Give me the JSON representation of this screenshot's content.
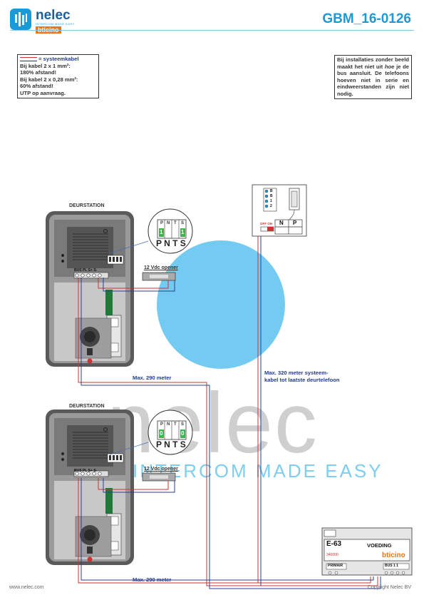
{
  "header": {
    "brand": "nelec",
    "brand_tagline": "INTERCOM MADE EASY",
    "partner": "bticino",
    "doc_code": "GBM_16-0126"
  },
  "legend_note": {
    "title": "= systeemkabel",
    "lines": [
      "Bij kabel 2 x 1 mm²:",
      "180% afstand!",
      "Bij kabel 2 x 0,28 mm²:",
      "60% afstand!",
      "UTP op aanvraag."
    ]
  },
  "info_note": {
    "text_before": "Bij installaties zonder beeld maakt het niet uit ",
    "text_emph": "hoe",
    "text_after": " je de bus aansluit. De telefoons hoeven niet in serie en eindweerstanden zijn niet nodig."
  },
  "door_stations": [
    {
      "title": "DEURSTATION",
      "terminals": [
        "BUS",
        "PL",
        "S+",
        "S-"
      ],
      "switch_labels": [
        "P",
        "N",
        "T",
        "S"
      ],
      "switch_digits": [
        "1",
        "1"
      ],
      "zoom_labels": "P N T S",
      "opener": "12 Vdc opener",
      "distance": "Max. 290 meter"
    },
    {
      "title": "DEURSTATION",
      "terminals": [
        "BUS",
        "PL",
        "S+",
        "S-"
      ],
      "switch_labels": [
        "P",
        "N",
        "T",
        "S"
      ],
      "switch_digits": [
        "0",
        "0"
      ],
      "zoom_labels": "P N T S",
      "opener": "12 Vdc opener",
      "distance": "Max. 290 meter"
    }
  ],
  "handset": {
    "switch_text": "OFF ON",
    "table": [
      "N",
      "P"
    ],
    "terminals": [
      "B",
      "B",
      "1",
      "2"
    ]
  },
  "system_distance": {
    "line1": "Max. 320 meter systeem-",
    "line2": "kabel tot laatste deurtelefoon"
  },
  "power_supply": {
    "model": "E-63",
    "name": "VOEDING",
    "code": "346000",
    "brand": "bticino",
    "left_label": "PRIMAIR",
    "right_label": "BUS",
    "right_extra": "1 1"
  },
  "watermark": {
    "word": "nelec",
    "tag": "INTERCOM MADE EASY"
  },
  "footer": {
    "website": "www.nelec.com",
    "copyright": "Copyright Nelec BV"
  },
  "colors": {
    "accent": "#1a9ad6",
    "cable_red": "#cc3333",
    "cable_blue": "#2d3f8f",
    "green_module": "#1f7a3a",
    "panel_gray": "#8b8b8b"
  }
}
